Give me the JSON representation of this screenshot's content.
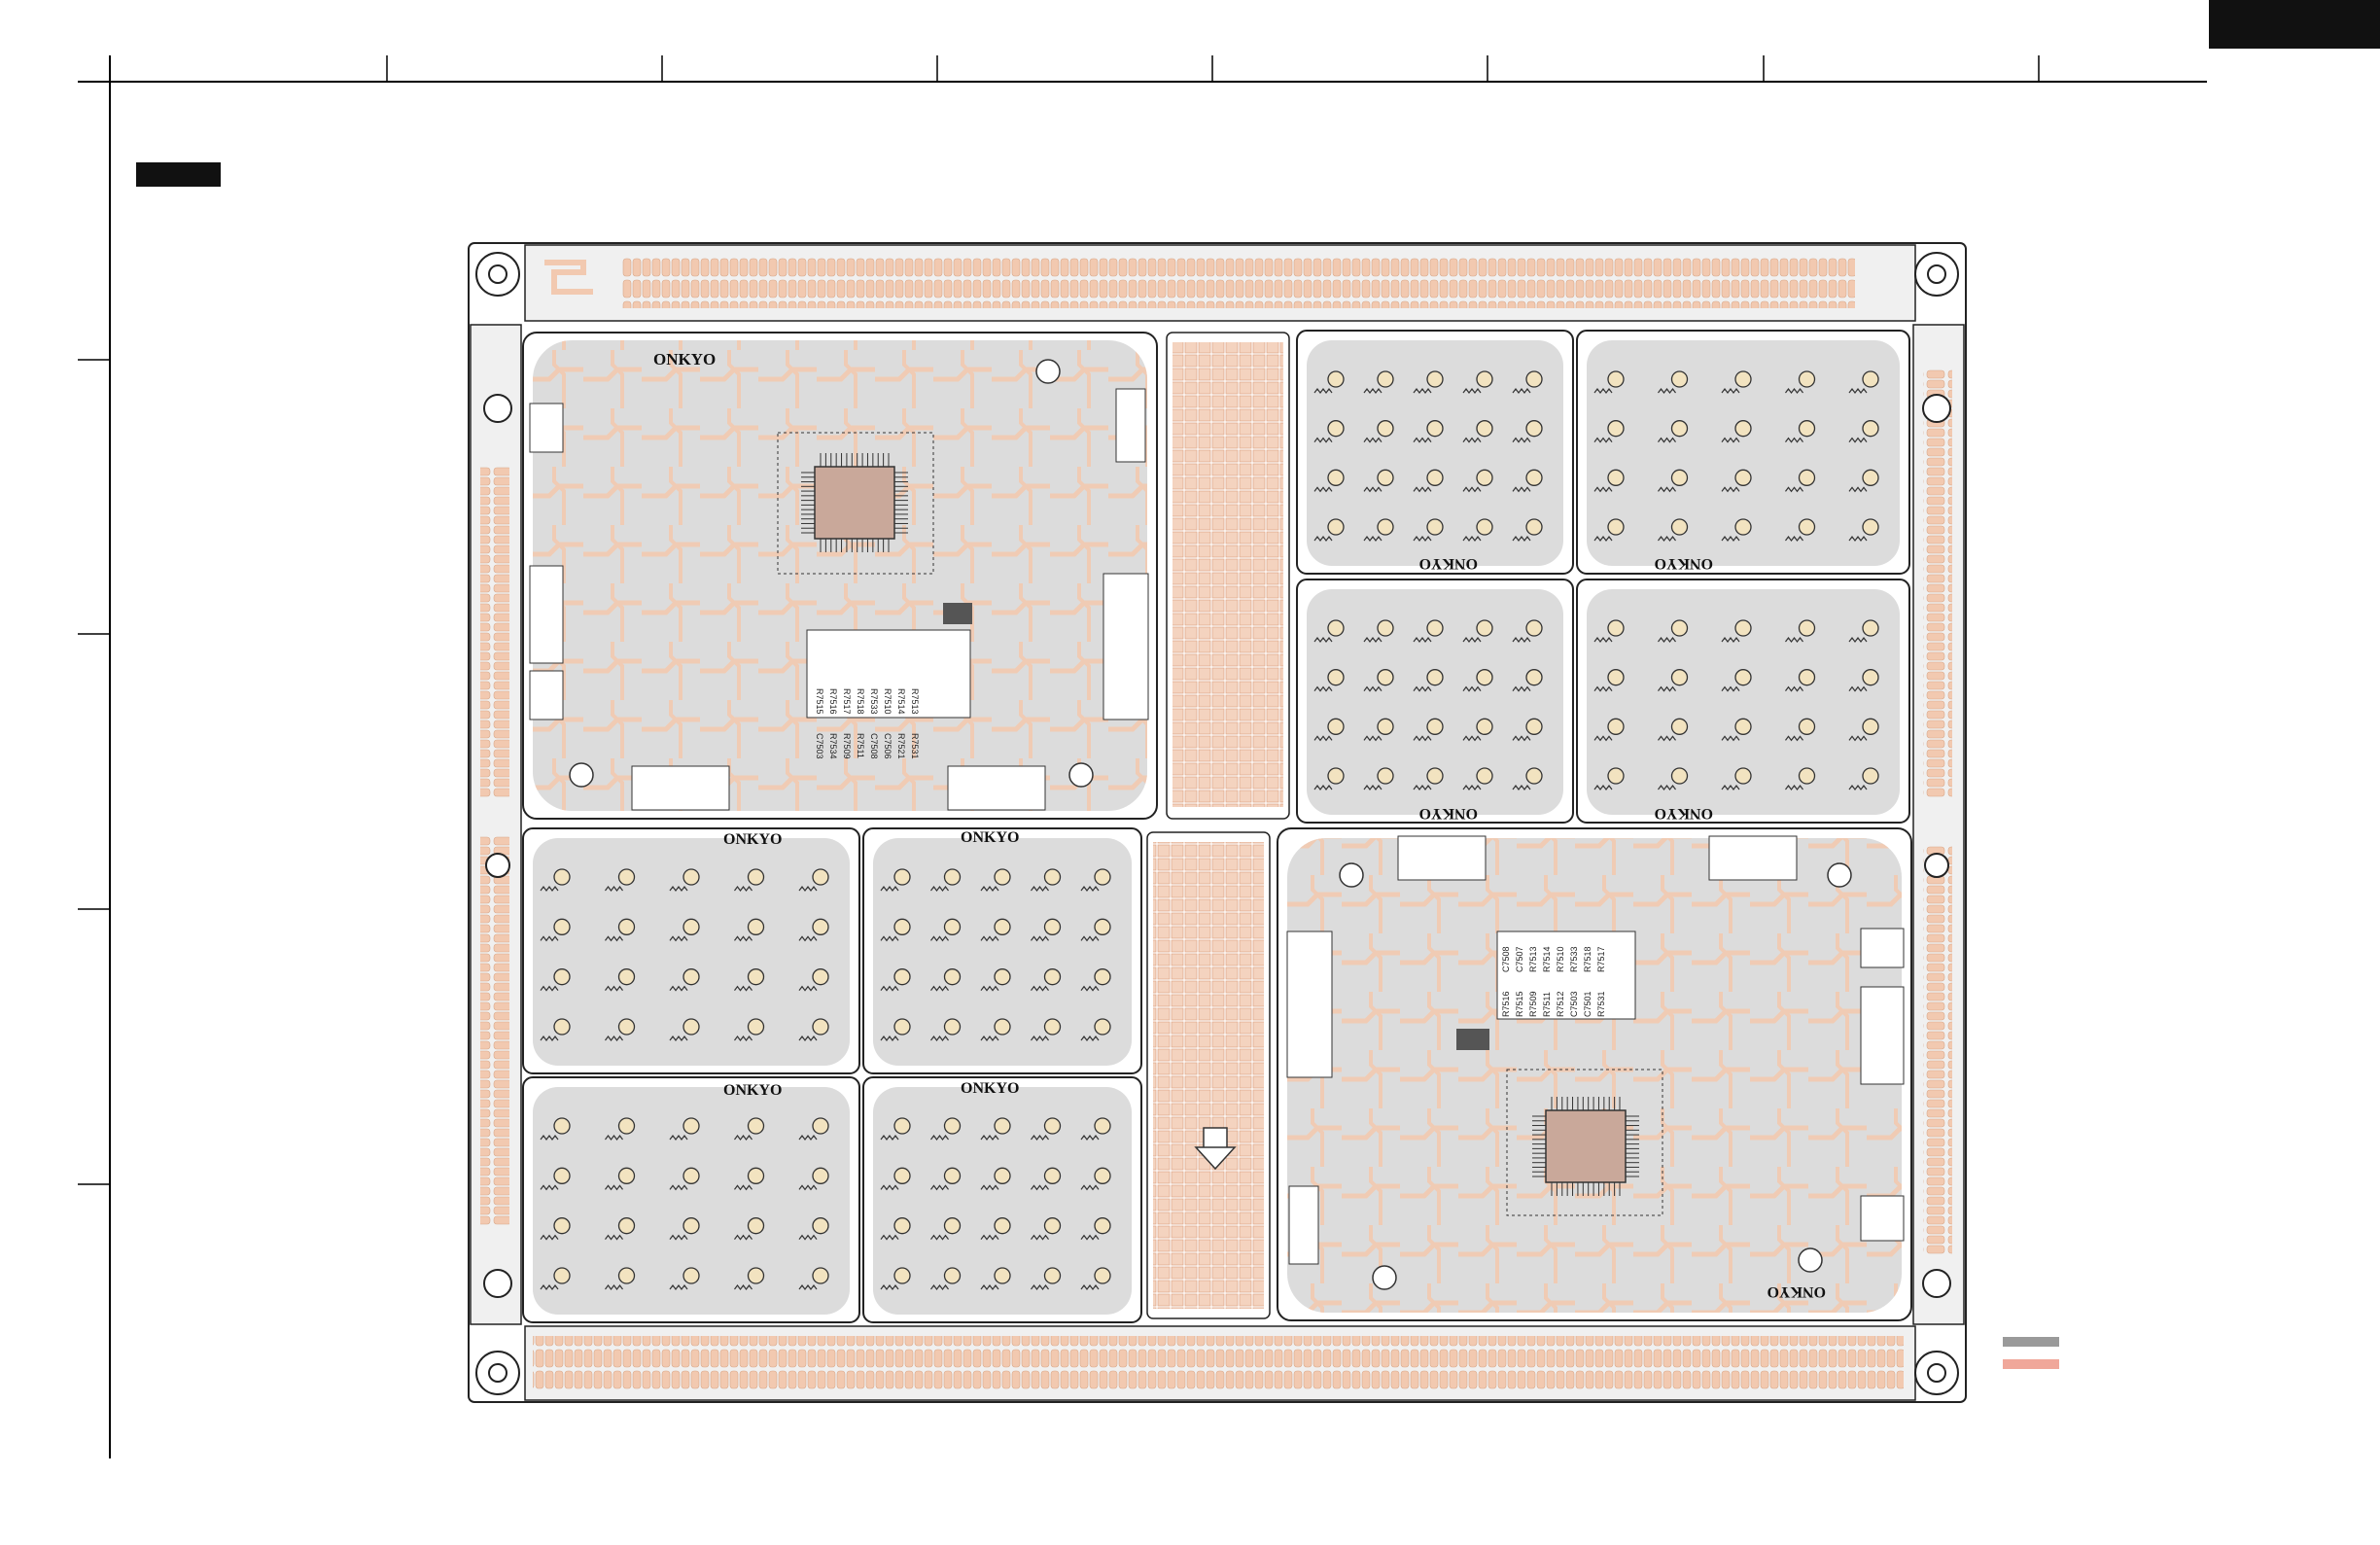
{
  "logo": "ONKYO",
  "board_logos": [
    "ONKYO",
    "ONKYO",
    "ONKYO",
    "ONKYO",
    "ONKYO",
    "ONKYO",
    "ONKYO",
    "ONKYO",
    "ONKYO",
    "ONKYO",
    "ONKYO"
  ],
  "component_labels": {
    "top_left_board": [
      "R7515",
      "R7516",
      "R7517",
      "R7518",
      "R7533",
      "R7510",
      "R7514",
      "R7513",
      "C7503",
      "R7534",
      "R7509",
      "R7511",
      "C7508",
      "C7506",
      "R7521",
      "R7531"
    ],
    "bottom_right_board": [
      "C7508",
      "C7507",
      "R7513",
      "R7514",
      "R7510",
      "R7533",
      "R7518",
      "R7517",
      "R7516",
      "R7515",
      "R7509",
      "R7511",
      "R7512",
      "C7503",
      "C7501",
      "R7531"
    ]
  },
  "colors": {
    "copper": "#f2c9b0",
    "board_fill": "#dcdcdc",
    "outline": "#222222",
    "tab": "#111111",
    "legend_gray": "#9a9a9a",
    "legend_pink": "#f0a79a"
  }
}
